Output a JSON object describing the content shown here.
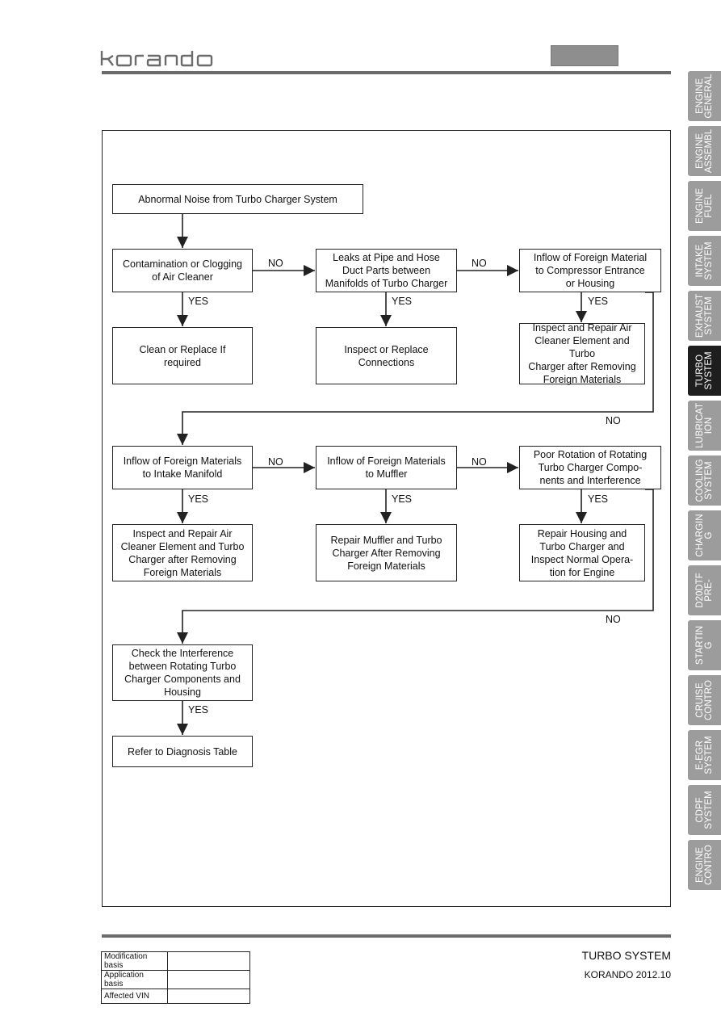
{
  "header": {
    "logo_text": "korando"
  },
  "tabs": [
    "ENGINE\nGENERAL",
    "ENGINE\nASSEMBL",
    "ENGINE\nFUEL",
    "INTAKE\nSYSTEM",
    "EXHAUST\nSYSTEM",
    "TURBO\nSYSTEM",
    "LUBRICAT\nION",
    "COOLING\nSYSTEM",
    "CHARGIN\nG",
    "D20DTF\nPRE-",
    "STARTIN\nG",
    "CRUISE\nCONTRO",
    "E-EGR\nSYSTEM",
    "CDPF\nSYSTEM",
    "ENGINE\nCONTRO"
  ],
  "active_tab": "TURBO\nSYSTEM",
  "flow": {
    "start": "Abnormal  Noise  from  Turbo Charger System",
    "r1c1": "Contamination or Clogging\nof Air Cleaner",
    "r1c2": "Leaks at Pipe and Hose\nDuct Parts between\nManifolds of Turbo Charger",
    "r1c3": "Inflow of Foreign Material\nto Compressor Entrance\nor Housing",
    "r1a1": "Clean or Replace If\nrequired",
    "r1a2": "Inspect or Replace\nConnections",
    "r1a3": "Inspect and Repair Air\nCleaner Element and Turbo\nCharger after Removing\nForeign Materials",
    "r2c1": "Inflow of Foreign Materials\nto Intake Manifold",
    "r2c2": "Inflow of Foreign Materials\nto Muffler",
    "r2c3": "Poor Rotation of Rotating\nTurbo Charger Compo-\nnents and Interference",
    "r2a1": "Inspect and Repair Air\nCleaner Element and Turbo\nCharger after Removing\nForeign Materials",
    "r2a2": "Repair Muffler and Turbo\nCharger After Removing\nForeign Materials",
    "r2a3": "Repair Housing and\nTurbo Charger and\nInspect Normal Opera-\ntion for Engine",
    "r3c1": "Check the Interference\nbetween Rotating Turbo\nCharger Components and\nHousing",
    "r3a1": "Refer to Diagnosis Table",
    "yes": "YES",
    "no": "NO"
  },
  "footer": {
    "table": [
      {
        "label": "Modification basis",
        "value": ""
      },
      {
        "label": "Application basis",
        "value": ""
      },
      {
        "label": "Affected VIN",
        "value": ""
      }
    ],
    "section": "TURBO SYSTEM",
    "model": "KORANDO 2012.10"
  }
}
